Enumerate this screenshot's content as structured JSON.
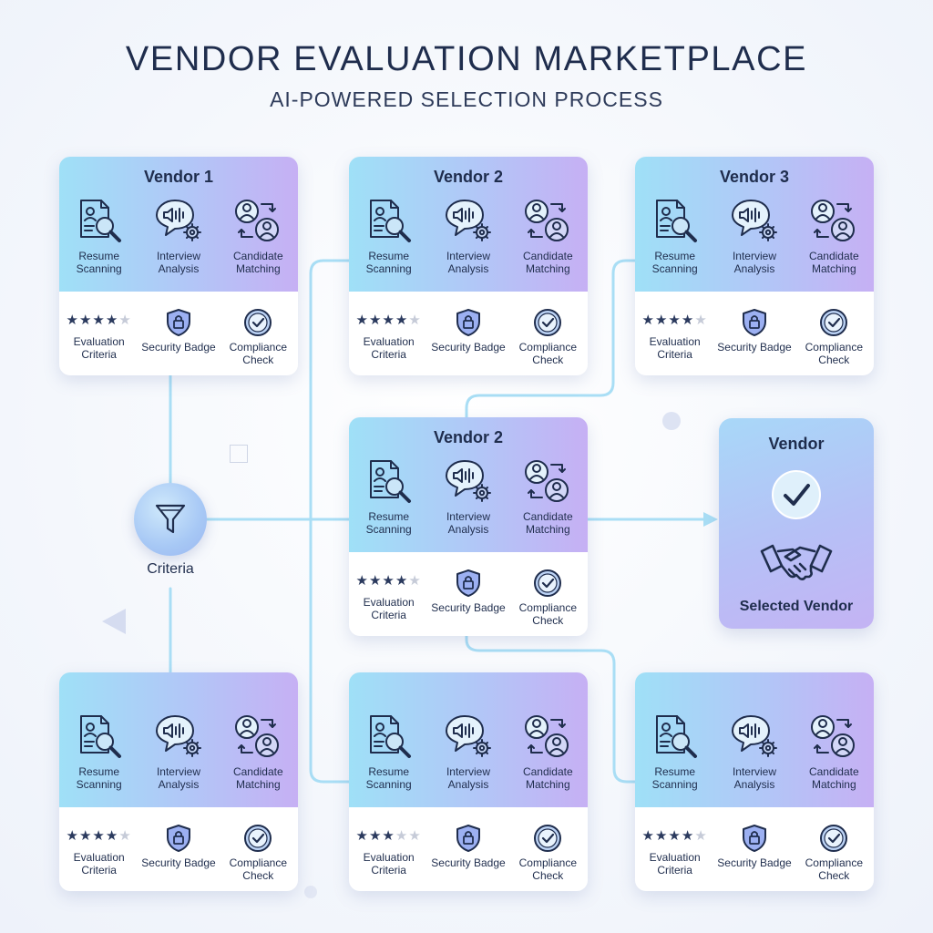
{
  "header": {
    "title": "VENDOR EVALUATION MARKETPLACE",
    "subtitle": "AI-POWERED SELECTION PROCESS"
  },
  "criteria_node": {
    "label": "Criteria",
    "icon": "funnel-icon"
  },
  "features": {
    "resume": "Resume Scanning",
    "interview": "Interview Analysis",
    "matching": "Candidate Matching"
  },
  "status": {
    "evaluation": "Evaluation Criteria",
    "security": "Security Badge",
    "compliance": "Compliance Check"
  },
  "cards": [
    {
      "title": "Vendor 1",
      "rating": 4
    },
    {
      "title": "Vendor 2",
      "rating": 4
    },
    {
      "title": "Vendor 3",
      "rating": 4
    },
    {
      "title": "Vendor 2",
      "rating": 4
    },
    {
      "title": "",
      "rating": 4
    },
    {
      "title": "",
      "rating": 3
    },
    {
      "title": "",
      "rating": 4
    }
  ],
  "selected_vendor": {
    "title": "Vendor",
    "label": "Selected Vendor",
    "icons": [
      "check-icon",
      "handshake-icon"
    ]
  },
  "colors": {
    "text": "#1f2d4d",
    "connector": "#a9def5",
    "card_gradient_start": "#9fe0f7",
    "card_gradient_end": "#c6b0f4",
    "star_on": "#2b3a5e",
    "star_off": "#c6cbd8"
  }
}
